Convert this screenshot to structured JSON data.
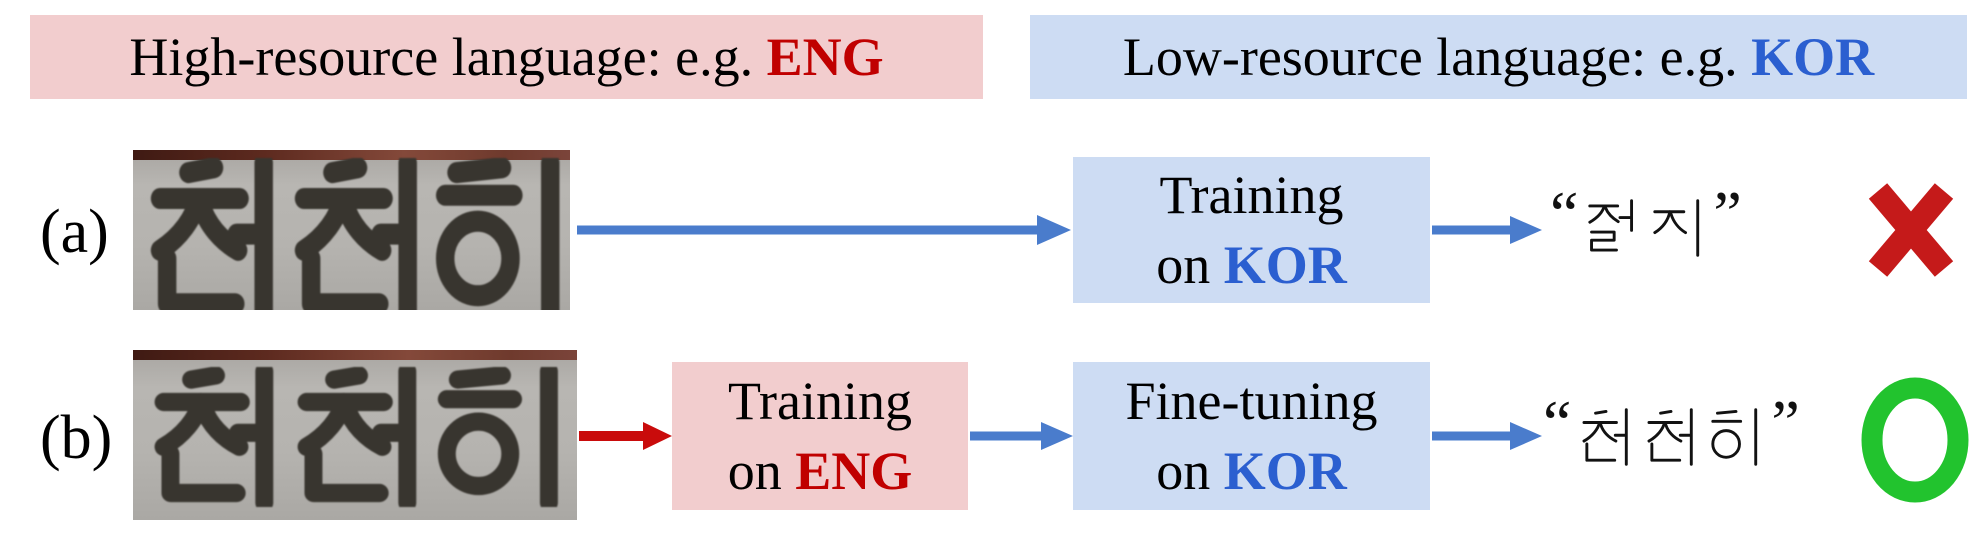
{
  "figure": {
    "description": "Transfer learning for scene text recognition: high-resource vs low-resource language"
  },
  "colors": {
    "pink_box": "#f2cdce",
    "blue_box": "#cddcf3",
    "eng_red": "#c00000",
    "kor_blue": "#2b5fd0",
    "arrow_blue": "#4a7ccc",
    "arrow_red": "#c90b0b",
    "cross_red": "#c51a1a",
    "circle_green": "#22c32e"
  },
  "headers": {
    "high": {
      "prefix": "High-resource language: e.g. ",
      "tag": "ENG"
    },
    "low": {
      "prefix": "Low-resource language: e.g. ",
      "tag": "KOR"
    }
  },
  "rows": {
    "a": {
      "label": "(a)",
      "photo_text": "천천히",
      "box1": {
        "line1": "Training",
        "on": "on ",
        "tag": "KOR"
      },
      "output": {
        "open_quote": "“",
        "text": "절지",
        "close_quote": "”"
      },
      "verdict_icon": "red-cross",
      "verdict": "incorrect"
    },
    "b": {
      "label": "(b)",
      "photo_text": "천천히",
      "box1": {
        "line1": "Training",
        "on": "on ",
        "tag": "ENG"
      },
      "box2": {
        "line1": "Fine-tuning",
        "on": "on ",
        "tag": "KOR"
      },
      "output": {
        "open_quote": "“",
        "text": "천천히",
        "close_quote": "”"
      },
      "verdict_icon": "green-circle",
      "verdict": "correct"
    }
  }
}
